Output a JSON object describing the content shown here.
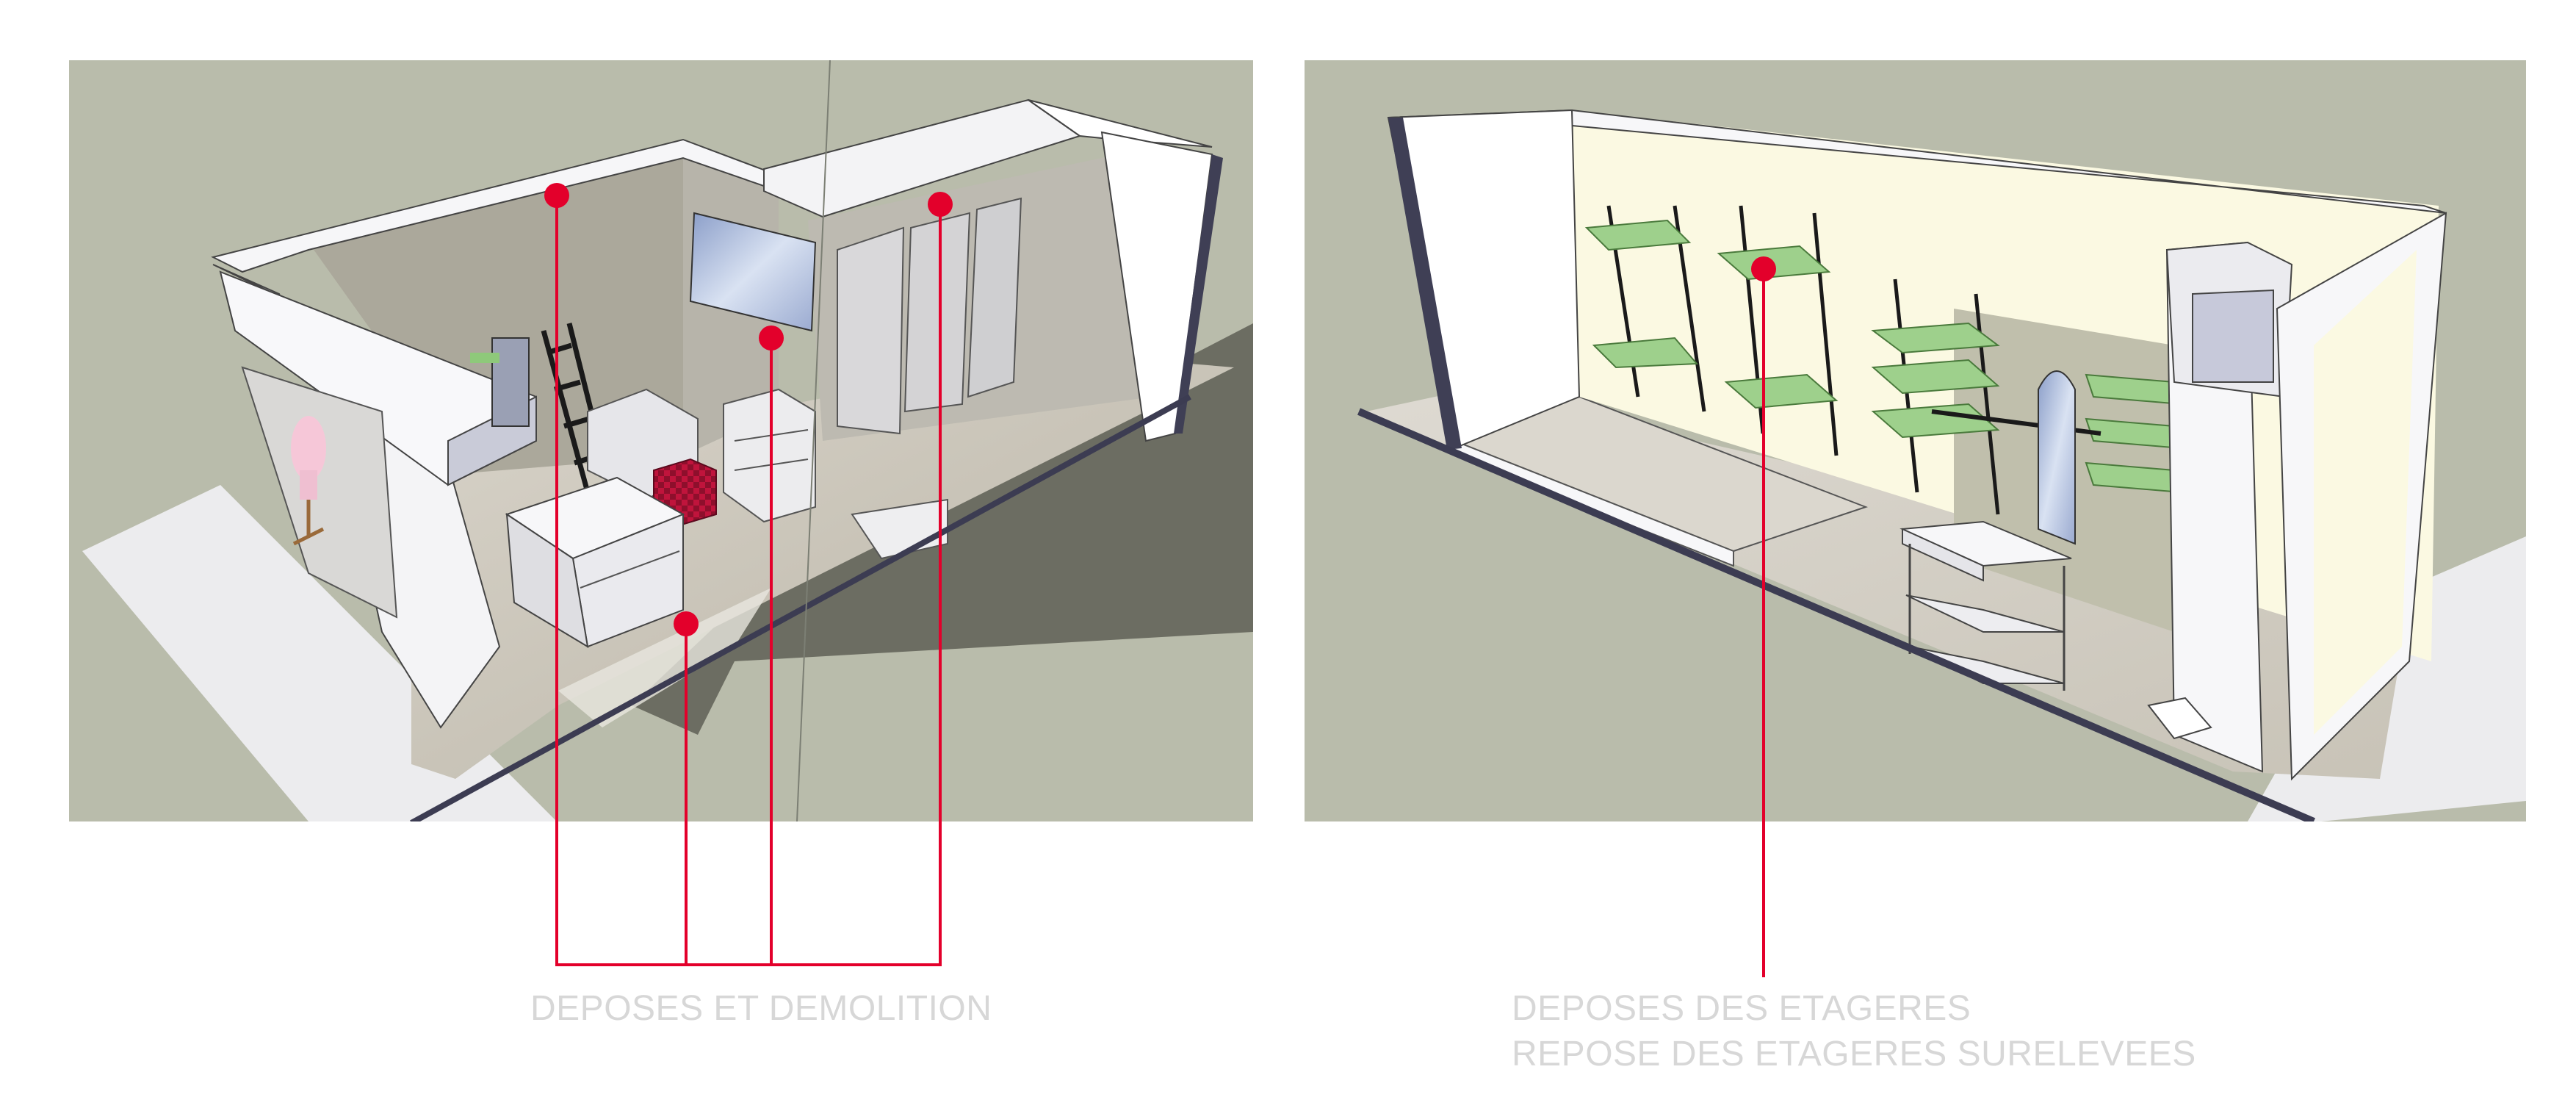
{
  "captions": {
    "left": "DEPOSES ET DEMOLITION",
    "right_line1": "DEPOSES DES ETAGERES",
    "right_line2": "REPOSE DES ETAGERES SURELEVEES"
  },
  "colors": {
    "background": "#ffffff",
    "scene_ground": "#b9bcab",
    "callout": "#e3002b",
    "caption_text": "#d7d7d7",
    "wall_white": "#f7f7f9",
    "wall_grey": "#b4b1a6",
    "wall_cream": "#fbf9e2",
    "shelf_glass": "#9ed08c",
    "floor_wood": "#d6d1c7"
  }
}
